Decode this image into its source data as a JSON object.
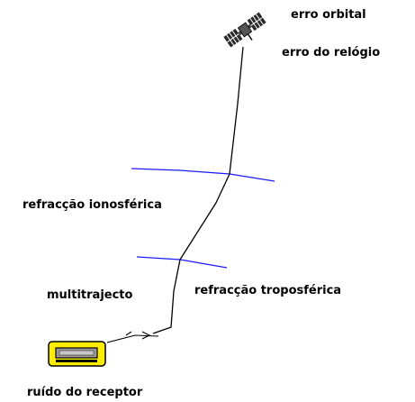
{
  "labels": {
    "orbital_error": "erro orbital",
    "clock_error": "erro do relógio",
    "ionospheric_refraction": "refracção ionosférica",
    "multipath": "multitrajecto",
    "tropospheric_refraction": "refracção troposférica",
    "receiver_noise": "ruído do receptor"
  },
  "colors": {
    "signal_path": "#000000",
    "atmosphere_layer": "#1a1aff",
    "receiver_body": "#ffee00",
    "receiver_screen": "#9a9a9a",
    "satellite": "#2a2a2a"
  },
  "icons": {
    "satellite": "satellite-icon",
    "receiver": "gps-receiver-icon"
  }
}
